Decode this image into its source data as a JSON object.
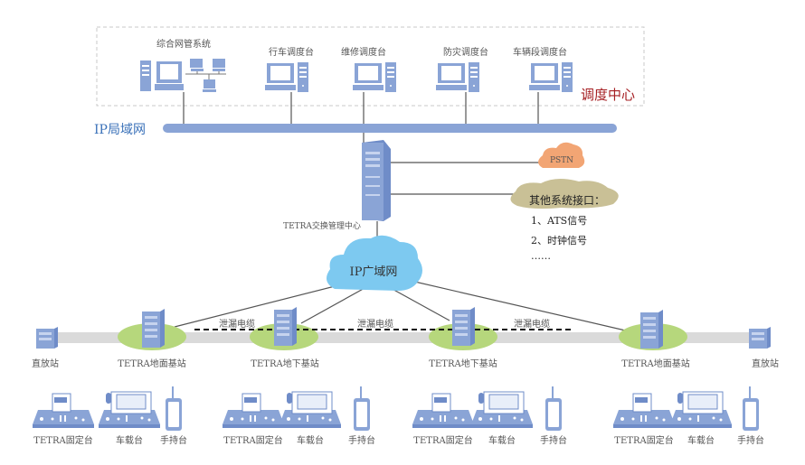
{
  "dispatch_center": {
    "title": "调度中心",
    "consoles": [
      "综合网管系统",
      "行车调度台",
      "维修调度台",
      "防灾调度台",
      "车辆段调度台"
    ]
  },
  "lan_label": "IP局域网",
  "switch_center_label": "TETRA交换管理中心",
  "pstn_label": "PSTN",
  "other_interfaces": {
    "title": "其他系统接口：",
    "items": [
      "1、ATS信号",
      "2、时钟信号",
      "……"
    ]
  },
  "wan_label": "IP广域网",
  "leaky_cable_labels": [
    "泄漏电缆",
    "泄漏电缆",
    "泄漏电缆"
  ],
  "stations": [
    "直放站",
    "TETRA地面基站",
    "TETRA地下基站",
    "TETRA地下基站",
    "TETRA地面基站",
    "直放站"
  ],
  "terminal_labels": {
    "fixed": "TETRA固定台",
    "vehicle": "车载台",
    "handheld": "手持台"
  },
  "colors": {
    "device": "#8aa4d6",
    "bus": "#8aa4d6",
    "pstn": "#f2a574",
    "other_cloud": "#c9c096",
    "wan_cloud": "#7dc9f0",
    "station_ellipse": "#b6d77c",
    "track": "#dadada",
    "title_red": "#a51e22",
    "lan_blue": "#3b72b9"
  }
}
